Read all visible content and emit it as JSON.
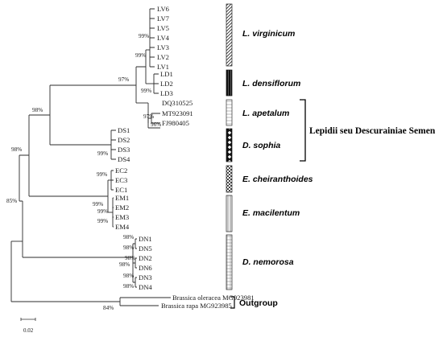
{
  "tips": {
    "lv6": "LV6",
    "lv7": "LV7",
    "lv5": "LV5",
    "lv4": "LV4",
    "lv3": "LV3",
    "lv2": "LV2",
    "lv1": "LV1",
    "ld1": "LD1",
    "ld2": "LD2",
    "ld3": "LD3",
    "dq310525": "DQ310525",
    "mt923091": "MT923091",
    "fj980405": "FJ980405",
    "ds1": "DS1",
    "ds2": "DS2",
    "ds3": "DS3",
    "ds4": "DS4",
    "ec2": "EC2",
    "ec3": "EC3",
    "ec1": "EC1",
    "em1": "EM1",
    "em2": "EM2",
    "em3": "EM3",
    "em4": "EM4",
    "dn1": "DN1",
    "dn5": "DN5",
    "dn2": "DN2",
    "dn6": "DN6",
    "dn3": "DN3",
    "dn4": "DN4",
    "b_oleracea": "Brassica oleracea MG923981",
    "b_rapa": "Brassica rapa MG923985"
  },
  "bootstrap": {
    "lv_clade": "99%",
    "lv_ld": "99%",
    "ld_clade": "99%",
    "lepidium": "97%",
    "apetalum": "97%",
    "fj": "96%",
    "lep_ds": "98%",
    "ds_clade": "99%",
    "ingroup_main": "98%",
    "ec_clade": "99%",
    "ec_em": "99%",
    "em_clade": "99%",
    "em_sub": "99%",
    "root": "85%",
    "dn_a": "98%",
    "dn_b": "98%",
    "dn_c": "98%",
    "dn_d": "98%",
    "dn_e": "98%",
    "dn_f": "98%",
    "outgroup": "84%"
  },
  "species": {
    "virginicum": "L. virginicum",
    "densiflorum": "L. densiflorum",
    "apetalum": "L. apetalum",
    "sophia": "D. sophia",
    "cheiranthoides": "E. cheiranthoides",
    "macilentum": "E. macilentum",
    "nemorosa": "D. nemorosa"
  },
  "group_label": "Lepidii seu Descurainiae Semen",
  "outgroup_label": "Outgroup",
  "scale_label": "0.02"
}
